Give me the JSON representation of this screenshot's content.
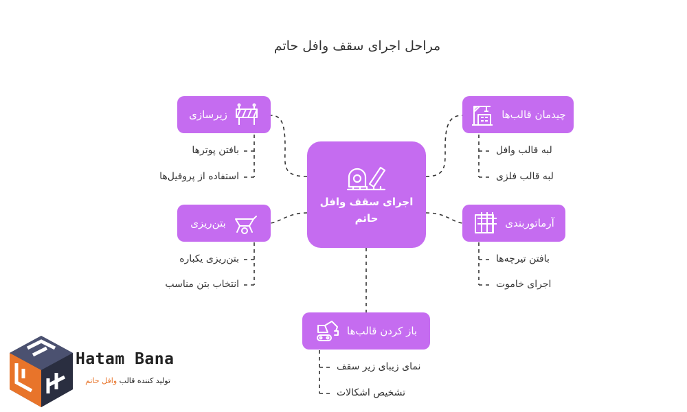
{
  "title": "مراحل اجرای سقف وافل حاتم",
  "colors": {
    "node": "#c56cf0",
    "line": "#333333",
    "accent": "#e8742a"
  },
  "center": {
    "line1": "اجرای سقف وافل",
    "line2": "حاتم",
    "icon": "tape-measure-ruler-icon"
  },
  "nodes": {
    "zirsazi": {
      "label": "زیرسازی",
      "icon": "road-barrier-icon"
    },
    "chidman": {
      "label": "چیدمان قالب‌ها",
      "icon": "crane-building-icon"
    },
    "betonrizi": {
      "label": "بتن‌ریزی",
      "icon": "wheelbarrow-icon"
    },
    "armature": {
      "label": "آرماتوربندی",
      "icon": "rebar-grid-icon"
    },
    "baz": {
      "label": "باز کردن قالب‌ها",
      "icon": "excavator-icon"
    }
  },
  "leaves": {
    "zirsazi": [
      "بافتن پوترها",
      "استفاده از پروفیل‌ها"
    ],
    "chidman": [
      "لبه قالب وافل",
      "لبه قالب فلزی"
    ],
    "betonrizi": [
      "بتن‌ریزی یکباره",
      "انتخاب بتن مناسب"
    ],
    "armature": [
      "بافتن تیرچه‌ها",
      "اجرای خاموت"
    ],
    "baz": [
      "نمای زیبای زیر سقف",
      "تشخیص اشکالات"
    ]
  },
  "brand": {
    "name": "Hatam Bana",
    "tagline_prefix": "تولید کننده قالب",
    "tagline_accent": "وافل حاتم"
  }
}
